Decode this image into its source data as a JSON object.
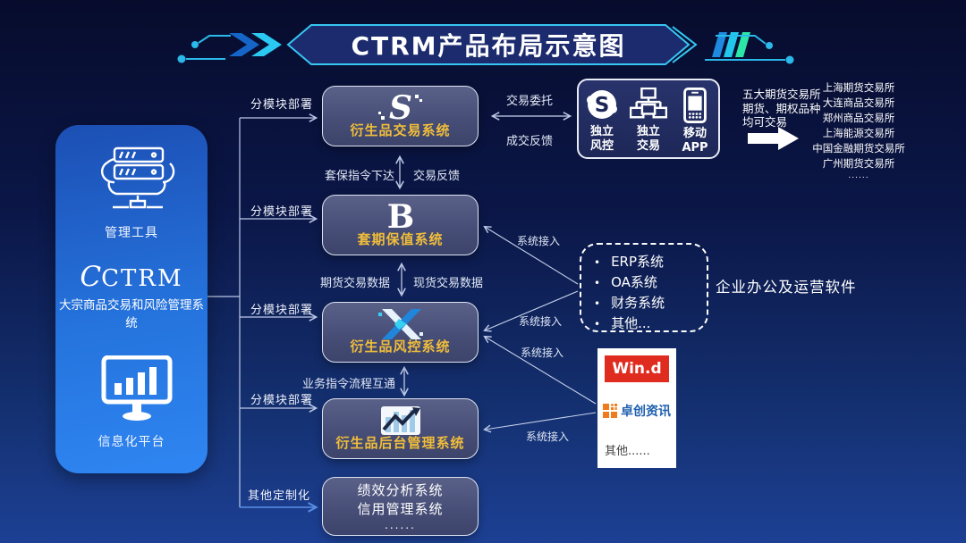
{
  "title": "CTRM产品布局示意图",
  "left_panel": {
    "top_icon": "cloud-server-icon",
    "top_label": "管理工具",
    "logo_initial": "C",
    "logo_name": "CTRM",
    "subtitle": "大宗商品交易和风险管理系统",
    "bottom_icon": "monitor-chart-icon",
    "bottom_label": "信息化平台"
  },
  "deploy": {
    "labels": [
      "分模块部署",
      "分模块部署",
      "分模块部署",
      "分模块部署",
      "其他定制化"
    ]
  },
  "systems": {
    "trading": {
      "label": "衍生品交易系统",
      "icon": "swirl-s-icon"
    },
    "hedging": {
      "label": "套期保值系统",
      "icon": "b-logo-icon"
    },
    "risk": {
      "label": "衍生品风控系统",
      "icon": "x-logo-icon"
    },
    "backoffice": {
      "label": "衍生品后台管理系统",
      "icon": "chart-arrow-icon"
    },
    "extra": {
      "line1": "绩效分析系统",
      "line2": "信用管理系统",
      "line3": "......"
    }
  },
  "flows": {
    "hedge_order": "套保指令下达",
    "trade_feedback": "交易反馈",
    "futures_data": "期货交易数据",
    "spot_data": "现货交易数据",
    "process_link": "业务指令流程互通",
    "trade_order": "交易委托",
    "deal_feedback": "成交反馈",
    "system_access": "系统接入"
  },
  "channels": {
    "items": [
      {
        "icon": "skype-icon",
        "line1": "独立",
        "line2": "风控"
      },
      {
        "icon": "org-chart-icon",
        "line1": "独立",
        "line2": "交易"
      },
      {
        "icon": "mobile-phone-icon",
        "line1": "移动",
        "line2": "APP"
      }
    ]
  },
  "exchange_note": {
    "line1": "五大期货交易所",
    "line2": "期货、期权品种",
    "line3": "均可交易"
  },
  "exchanges": [
    "上海期货交易所",
    "大连商品交易所",
    "郑州商品交易所",
    "上海能源交易所",
    "中国金融期货交易所",
    "广州期货交易所",
    "......"
  ],
  "office": {
    "items": [
      "ERP系统",
      "OA系统",
      "财务系统",
      "其他..."
    ],
    "caption": "企业办公及运营软件"
  },
  "providers": {
    "wind": "Win.d",
    "sci": "卓创资讯",
    "other": "其他......"
  },
  "colors": {
    "accent_cyan": "#36c6f2",
    "label_gold": "#f0bd3a",
    "wind_red": "#e02b1f",
    "sci_orange": "#f07a1d",
    "sci_blue": "#1e5fae"
  }
}
